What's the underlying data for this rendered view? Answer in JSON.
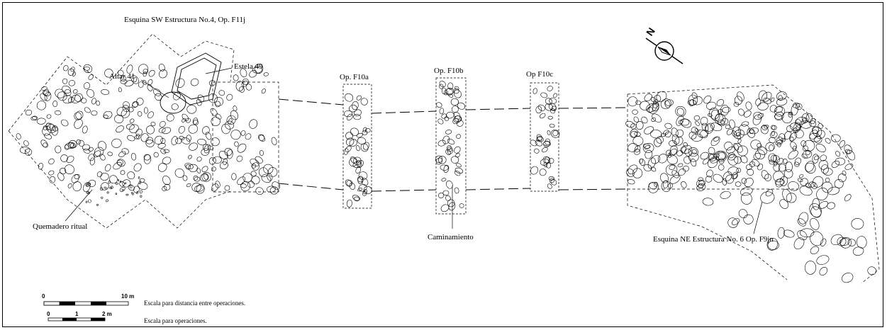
{
  "labels": {
    "title_sw": "Esquina SW Estructura No.4, Op. F11j",
    "estela": "Estela 49",
    "altar": "Altar 41",
    "op_f10a": "Op. F10a",
    "op_f10b": "Op. F10b",
    "op_f10c": "Op F10c",
    "quemadero": "Quemadero ritual",
    "caminamiento": "Caminamiento",
    "esquina_ne": "Esquina NE Estructura No. 6 Op. F9jn"
  },
  "north_arrow": {
    "letter": "N",
    "icon": "north-arrow-icon"
  },
  "scales": {
    "distance": {
      "start": "0",
      "end": "10 m",
      "caption": "Escala para distancia entre operaciones."
    },
    "operations": {
      "start": "0",
      "mid": "1",
      "end": "2 m",
      "caption": "Escala para operaciones."
    }
  }
}
